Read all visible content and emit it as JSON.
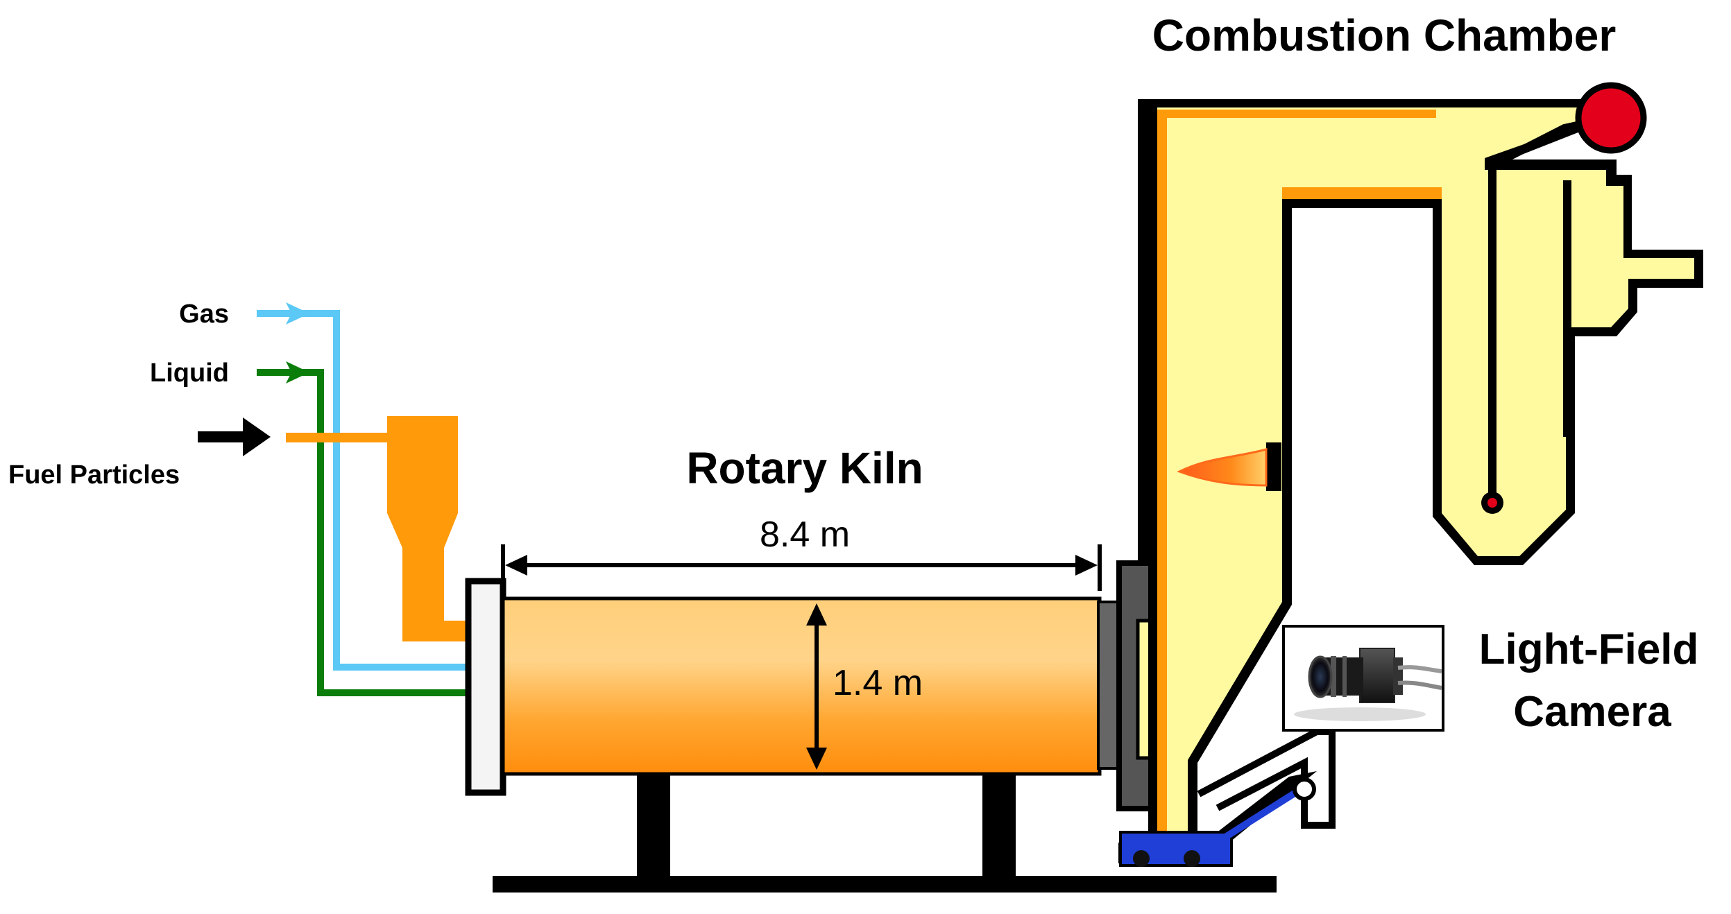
{
  "labels": {
    "combustion_chamber": "Combustion Chamber",
    "rotary_kiln": "Rotary Kiln",
    "kiln_length": "8.4 m",
    "kiln_diameter": "1.4 m",
    "camera_line1": "Light-Field",
    "camera_line2": "Camera",
    "gas": "Gas",
    "liquid": "Liquid",
    "fuel_particles": "Fuel Particles"
  },
  "colors": {
    "gas_line": "#5bc8f5",
    "liquid_line": "#0a7d0a",
    "fuel_line": "#ff9a0a",
    "chamber_fill": "#fffaa0",
    "chamber_lining": "#ff9a0a",
    "burner_red": "#e3001b",
    "grate_blue": "#1f3fd6",
    "kiln_gradient": [
      "#ffe3a8",
      "#ffa52a",
      "#ff8e0a"
    ]
  },
  "icons": {
    "camera": "light-field-camera-photo-icon",
    "flame": "flame-icon"
  }
}
